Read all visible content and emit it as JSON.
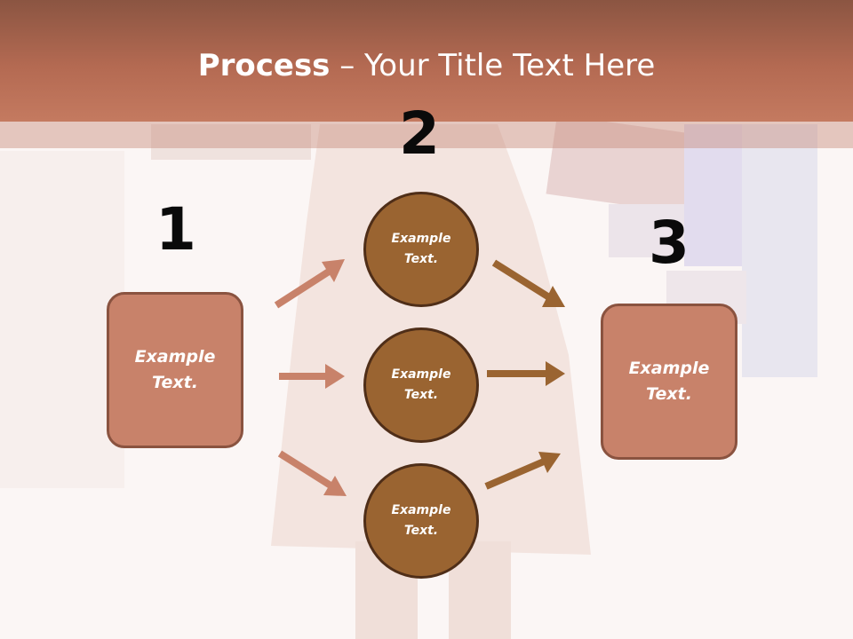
{
  "slide": {
    "title_bold": "Process",
    "title_rest": " – Your Title Text Here"
  },
  "steps": [
    {
      "number": "1"
    },
    {
      "number": "2"
    },
    {
      "number": "3"
    }
  ],
  "source_box": {
    "text": "Example\nText."
  },
  "middle_nodes": [
    {
      "text": "Example\nText."
    },
    {
      "text": "Example\nText."
    },
    {
      "text": "Example\nText."
    }
  ],
  "target_box": {
    "text": "Example\nText."
  },
  "colors": {
    "title_bar": "#b46a52",
    "box_fill": "#c8826a",
    "circle_fill": "#9a6431",
    "left_arrows": "#c8826a",
    "right_arrows": "#9a6431"
  }
}
